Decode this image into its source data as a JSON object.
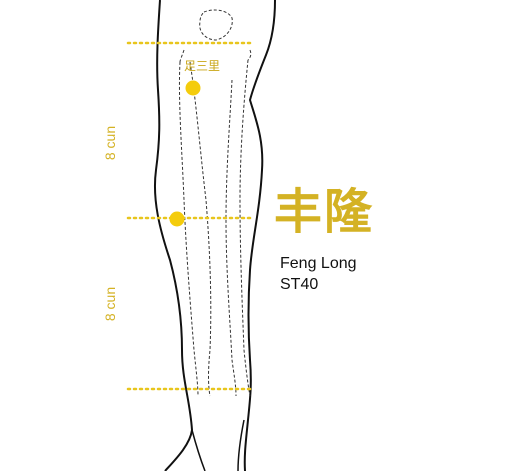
{
  "point": {
    "name_cn": "丰隆",
    "name_pinyin": "Feng Long",
    "code": "ST40"
  },
  "reference_point": {
    "name_cn": "足三里"
  },
  "measurements": [
    {
      "label": "8 cun"
    },
    {
      "label": "8 cun"
    }
  ],
  "colors": {
    "accent": "#d4b224",
    "point_fill": "#f4cc0c",
    "outline": "#111111",
    "dashed_outline": "#333333"
  }
}
